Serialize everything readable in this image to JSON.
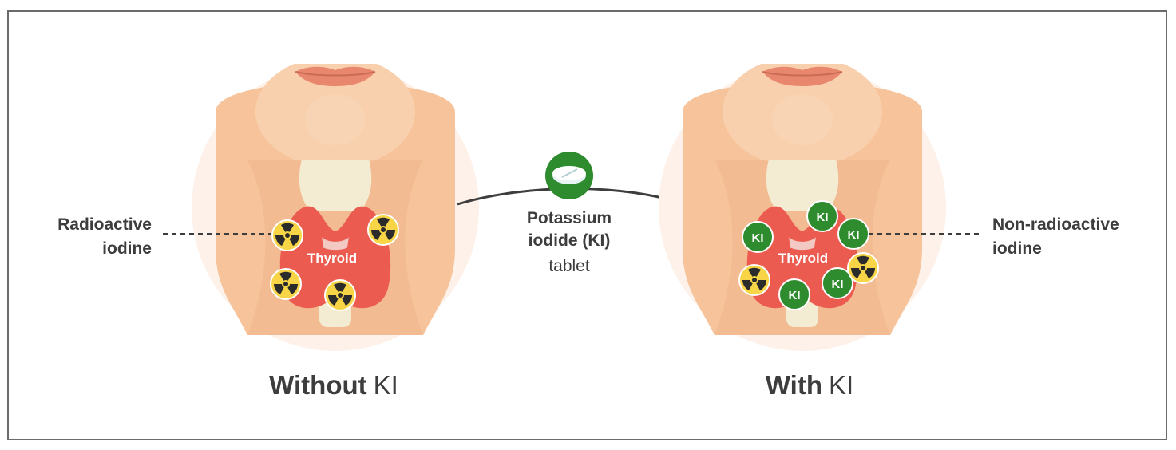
{
  "left_panel": {
    "annotation_line1": "Radioactive",
    "annotation_line2": "iodine",
    "thyroid_label": "Thyroid",
    "caption_bold": "Without",
    "caption_light": "KI"
  },
  "center": {
    "tablet_line1": "Potassium",
    "tablet_line2": "iodide (KI)",
    "tablet_line3": "tablet"
  },
  "right_panel": {
    "annotation_line1": "Non-radioactive",
    "annotation_line2": "iodine",
    "thyroid_label": "Thyroid",
    "ki_marker_label": "KI",
    "caption_bold": "With",
    "caption_light": "KI"
  },
  "colors": {
    "skin": "#f6c39b",
    "skin_shadow": "#eaae84",
    "thyroid": "#ec5b4f",
    "radioactive": "#f7d547",
    "ki_green": "#2e8b2e",
    "text": "#3d3d3d"
  }
}
